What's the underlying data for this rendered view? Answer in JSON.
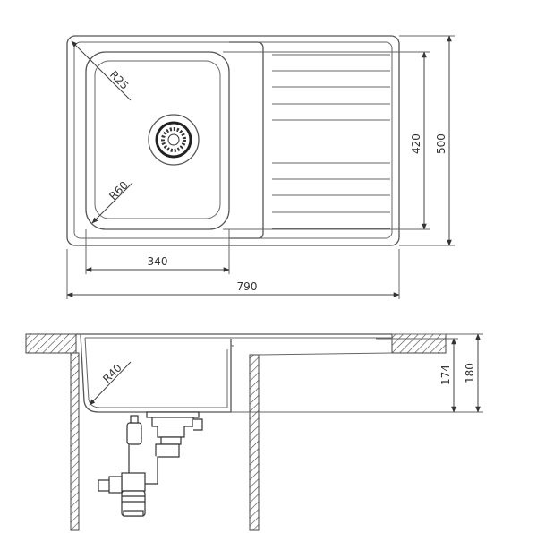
{
  "top_view": {
    "dimensions": {
      "overall_width": "790",
      "overall_depth": "500",
      "bowl_width": "340",
      "bowl_depth": "420"
    },
    "radii": {
      "corner": "R25",
      "bowl_corner": "R60"
    }
  },
  "section_view": {
    "dimensions": {
      "bowl_height": "174",
      "total_height": "180"
    },
    "radii": {
      "bowl_corner": "R40"
    }
  }
}
